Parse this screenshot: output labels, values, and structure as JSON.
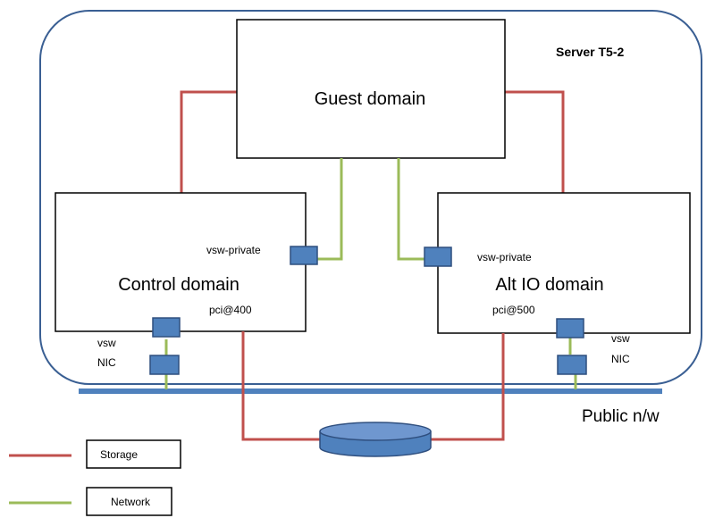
{
  "server": {
    "label": "Server T5-2"
  },
  "guest_domain": {
    "label": "Guest domain"
  },
  "control_domain": {
    "label": "Control domain",
    "vsw_private": "vsw-private",
    "pci": "pci@400",
    "vsw": "vsw",
    "nic": "NIC"
  },
  "alt_io_domain": {
    "label": "Alt IO domain",
    "vsw_private": "vsw-private",
    "pci": "pci@500",
    "vsw": "vsw",
    "nic": "NIC"
  },
  "public_network": {
    "label": "Public n/w"
  },
  "legend": {
    "storage": "Storage",
    "network": "Network"
  },
  "colors": {
    "storage_line": "#c0504d",
    "network_line": "#9bbb59",
    "port_fill": "#4f81bd",
    "port_stroke": "#2f4f7f",
    "server_border": "#3a5f93",
    "public_bus": "#4f81bd"
  }
}
